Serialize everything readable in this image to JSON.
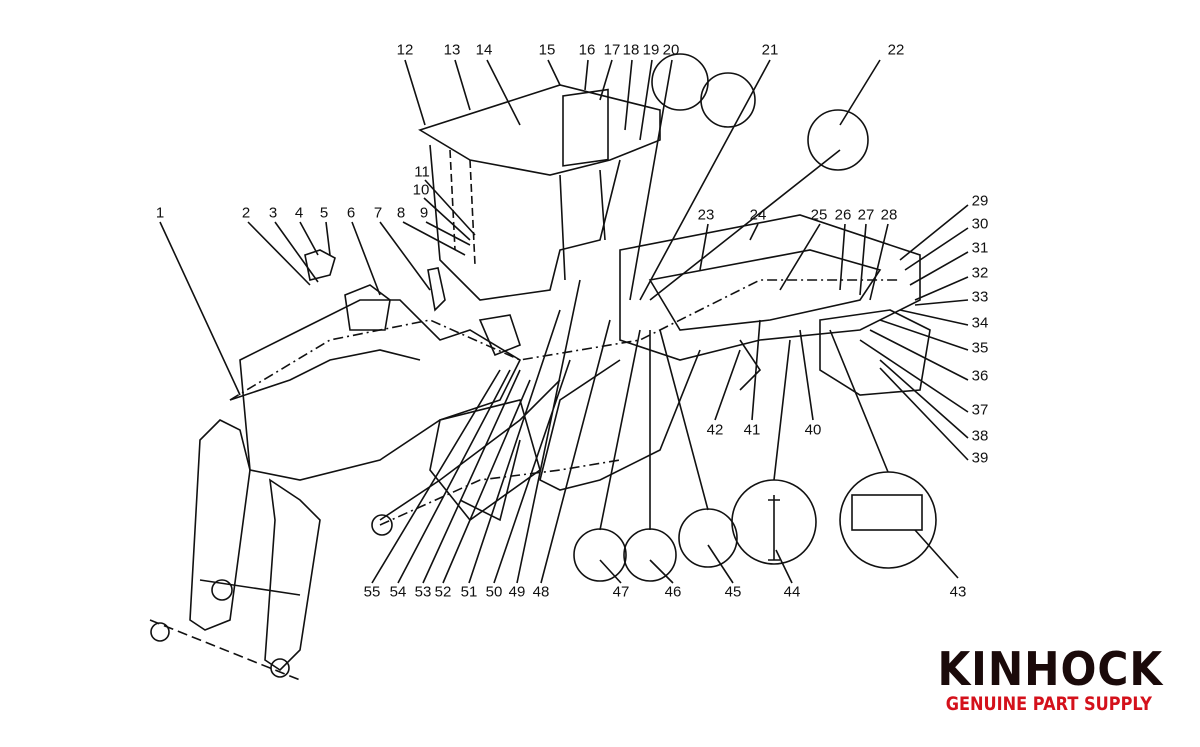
{
  "diagram": {
    "title": "Wheel loader electrical system parts breakdown",
    "callouts": [
      "1",
      "2",
      "3",
      "4",
      "5",
      "6",
      "7",
      "8",
      "9",
      "10",
      "11",
      "12",
      "13",
      "14",
      "15",
      "16",
      "17",
      "18",
      "19",
      "20",
      "21",
      "22",
      "23",
      "24",
      "25",
      "26",
      "27",
      "28",
      "29",
      "30",
      "31",
      "32",
      "33",
      "34",
      "35",
      "36",
      "37",
      "38",
      "39",
      "40",
      "41",
      "42",
      "43",
      "44",
      "45",
      "46",
      "47",
      "48",
      "49",
      "50",
      "51",
      "52",
      "53",
      "54",
      "55"
    ]
  },
  "logo": {
    "brand": "KINHOCK",
    "tagline": "GENUINE PART SUPPLY",
    "brand_color": "#1a0a0a",
    "tagline_color": "#d4111b"
  }
}
